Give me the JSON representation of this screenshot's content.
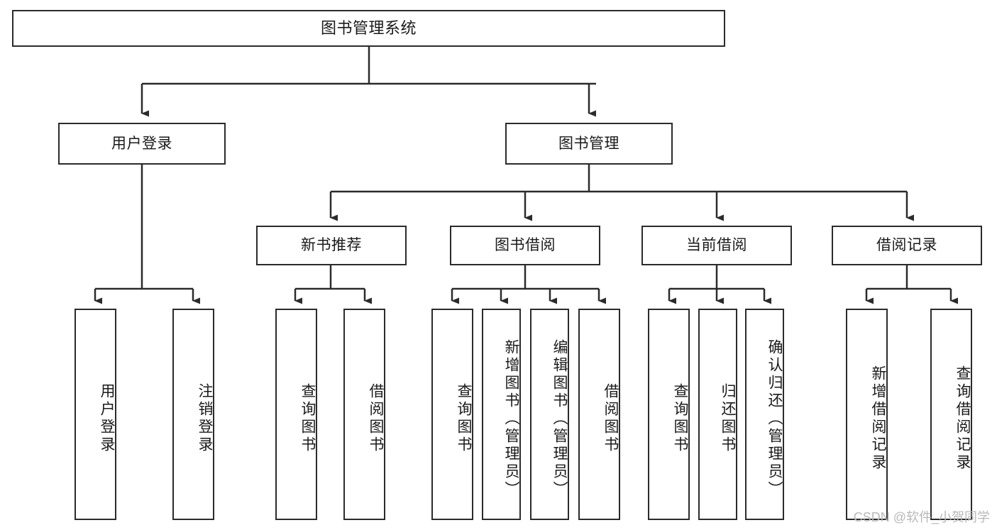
{
  "diagram": {
    "title": "图书管理系统",
    "type": "tree-hierarchy-diagram",
    "root": {
      "label": "图书管理系统"
    },
    "level2": [
      {
        "label": "用户登录"
      },
      {
        "label": "图书管理"
      }
    ],
    "level3": [
      {
        "label": "新书推荐"
      },
      {
        "label": "图书借阅"
      },
      {
        "label": "当前借阅"
      },
      {
        "label": "借阅记录"
      }
    ],
    "leaves": [
      {
        "label": "用户登录",
        "parent": "用户登录"
      },
      {
        "label": "注销登录",
        "parent": "用户登录"
      },
      {
        "label": "查询图书",
        "parent": "新书推荐"
      },
      {
        "label": "借阅图书",
        "parent": "新书推荐"
      },
      {
        "label": "查询图书",
        "parent": "图书借阅"
      },
      {
        "label": "新增图书（管理员）",
        "parent": "图书借阅"
      },
      {
        "label": "编辑图书（管理员）",
        "parent": "图书借阅"
      },
      {
        "label": "借阅图书",
        "parent": "图书借阅"
      },
      {
        "label": "查询图书",
        "parent": "当前借阅"
      },
      {
        "label": "归还图书",
        "parent": "当前借阅"
      },
      {
        "label": "确认归还（管理员）",
        "parent": "当前借阅"
      },
      {
        "label": "新增借阅记录",
        "parent": "借阅记录"
      },
      {
        "label": "查询借阅记录",
        "parent": "借阅记录"
      }
    ]
  },
  "watermark": {
    "text": "CSDN @软件_小贺同学"
  },
  "colors": {
    "stroke": "#2b2b2b",
    "background": "#ffffff",
    "text": "#1a1a1a",
    "watermark": "#b9b9b9"
  }
}
